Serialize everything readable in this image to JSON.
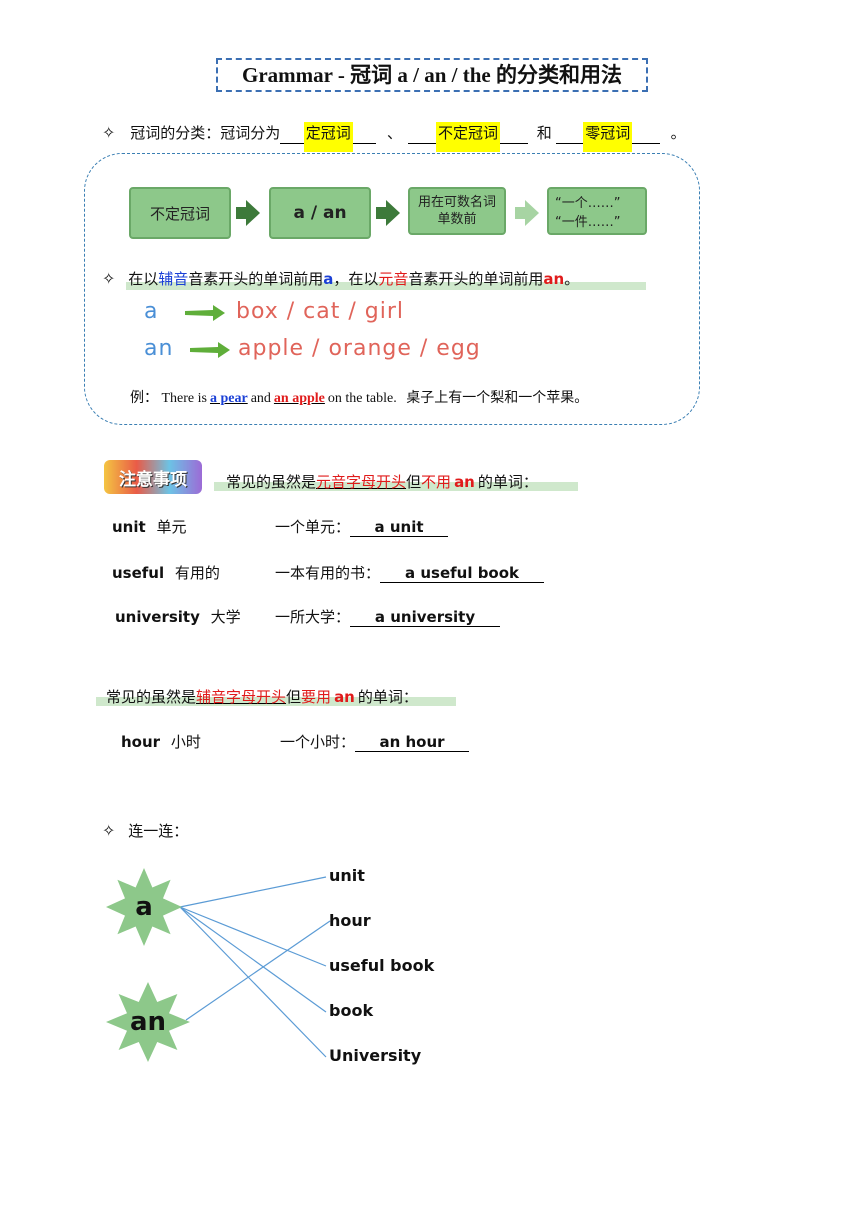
{
  "title": "Grammar - 冠词 a / an / the 的分类和用法",
  "classification": {
    "bullet": "✧",
    "prefix": "冠词的分类：冠词分为",
    "blank1": "定冠词",
    "sep1": "、",
    "blank2": "不定冠词",
    "sep2": "和",
    "blank3": "零冠词",
    "end": "。"
  },
  "flow": {
    "box1": "不定冠词",
    "box2": "a / an",
    "box3": "用在可数名词单数前",
    "box4_line1": "“一个……”",
    "box4_line2": "“一件……”"
  },
  "rule": {
    "bullet": "✧",
    "p1": "在以",
    "consonant": "辅音",
    "p2": "音素开头的单词前用",
    "a": "a",
    "p3": "，在以",
    "vowel": "元音",
    "p4": "音素开头的单词前用",
    "an": "an",
    "p5": "。"
  },
  "examples": {
    "a_word": "a",
    "a_list": "box / cat / girl",
    "an_word": "an",
    "an_list": "apple / orange / egg"
  },
  "sentence": {
    "prefix": "例：",
    "p1": "There is",
    "apear": "a pear",
    "p2": "and",
    "anapple": "an apple",
    "p3": "on the table.",
    "cn": "桌子上有一个梨和一个苹果。"
  },
  "note": {
    "badge": "注意事项",
    "p1": "常见的虽然是",
    "red1": "元音字母开头",
    "p2": "但",
    "red2": "不用",
    "an": "an",
    "p3": "的单词："
  },
  "vowel_words": [
    {
      "word": "unit",
      "cn": "单元",
      "phrase_cn": "一个单元：",
      "answer": "a unit"
    },
    {
      "word": "useful",
      "cn": "有用的",
      "phrase_cn": "一本有用的书：",
      "answer": "a useful book"
    },
    {
      "word": "university",
      "cn": "大学",
      "phrase_cn": "一所大学：",
      "answer": "a university"
    }
  ],
  "note2": {
    "p1": "常见的虽然是",
    "red1": "辅音字母开头",
    "p2": "但",
    "red2": "要用",
    "an": "an",
    "p3": "的单词："
  },
  "consonant_words": [
    {
      "word": "hour",
      "cn": "小时",
      "phrase_cn": "一个小时：",
      "answer": "an hour"
    }
  ],
  "matching": {
    "bullet": "✧",
    "label": "连一连：",
    "left": [
      "a",
      "an"
    ],
    "right": [
      "unit",
      "hour",
      "useful book",
      "book",
      "University"
    ]
  },
  "colors": {
    "green_box": "#8dc88a",
    "blue_text": "#1a3fd6",
    "red_text": "#e01b1b",
    "line_color": "#5b9bd5",
    "highlight": "#ffff00"
  }
}
